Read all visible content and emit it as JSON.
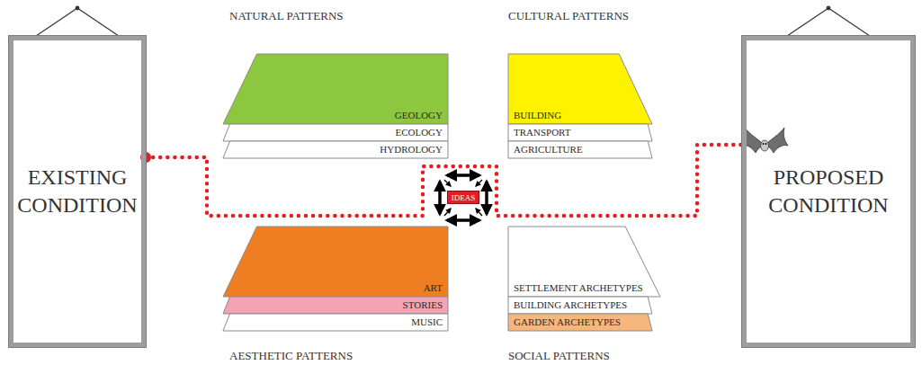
{
  "diagram": {
    "nodes": [
      {
        "text": [
          "EXISTING CONDITION"
        ]
      },
      {
        "text": [
          "GEOLOGY"
        ]
      },
      {
        "text": [
          "ECOLOGY"
        ]
      },
      {
        "text": [
          "HYDROLOGY"
        ]
      },
      {
        "text": [
          "BUILDING"
        ]
      },
      {
        "text": [
          "TRANSPORT"
        ]
      },
      {
        "text": [
          "AGRICULTURE"
        ]
      },
      {
        "text": [
          "IDEAS"
        ]
      },
      {
        "text": [
          "ART"
        ]
      },
      {
        "text": [
          "STORIES"
        ]
      },
      {
        "text": [
          "MUSIC"
        ]
      },
      {
        "text": [
          "SETTLEMENT ARCHETYPES"
        ]
      },
      {
        "text": [
          "BUILDING ARCHETYPES"
        ]
      },
      {
        "text": [
          "GARDEN ARCHETYPES"
        ]
      },
      {
        "text": [
          "PROPOSED CONDITION"
        ]
      }
    ],
    "edges": [
      {
        "from": 0,
        "to": 14,
        "arrow": "none"
      }
    ],
    "labels": [
      "NATURAL PATTERNS",
      "CULTURAL PATTERNS",
      "AESTHETIC PATTERNS",
      "SOCIAL PATTERNS"
    ]
  }
}
